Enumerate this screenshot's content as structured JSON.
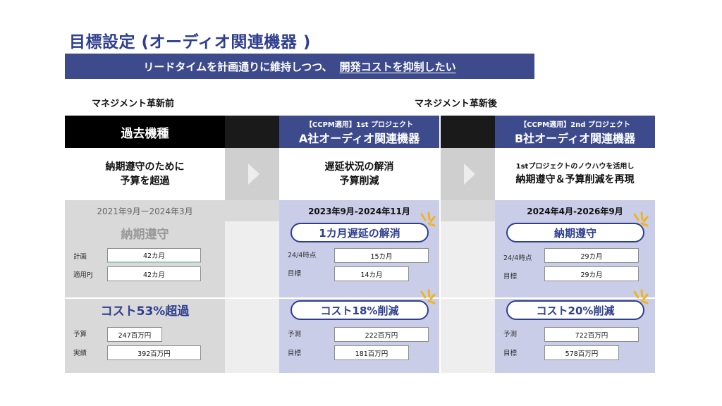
{
  "title": "目標設定 (オーディオ関連機器 )",
  "banner": {
    "text1": "リードタイムを計画通りに維持しつつ、",
    "text2": "開発コストを抑制したい"
  },
  "sections": {
    "before": "マネジメント革新前",
    "after": "マネジメント革新後"
  },
  "columns": {
    "before": {
      "header": "過去機種",
      "desc_line1": "納期遵守のために",
      "desc_line2": "予算を超過",
      "date": "2021年9月ー2024年3月",
      "delivery_status": "納期遵守",
      "row1_label": "計画",
      "row1_value": "42カ月",
      "row2_label": "適用PJ",
      "row2_value": "42カ月",
      "cost_status": "コスト53%超過",
      "row3_label": "予算",
      "row3_value": "247百万円",
      "row4_label": "実績",
      "row4_value": "392百万円"
    },
    "a": {
      "header_sub": "【CCPM適用】1st プロジェクト",
      "header_main": "A社オーディオ関連機器",
      "desc_line1": "遅延状況の解消",
      "desc_line2": "予算削減",
      "date": "2023年9月-2024年11月",
      "delivery_status": "1カ月遅延の解消",
      "row1_label": "24/4時点",
      "row1_value": "15カ月",
      "row2_label": "目標",
      "row2_value": "14カ月",
      "cost_status": "コスト18%削減",
      "row3_label": "予測",
      "row3_value": "222百万円",
      "row4_label": "目標",
      "row4_value": "181百万円"
    },
    "b": {
      "header_sub": "【CCPM適用】2nd プロジェクト",
      "header_main": "B社オーディオ関連機器",
      "desc_line1": "1stプロジェクトのノウハウを活用し",
      "desc_line2": "納期遵守＆予算削減を再現",
      "date": "2024年4月-2026年9月",
      "delivery_status": "納期遵守",
      "row1_label": "24/4時点",
      "row1_value": "29カ月",
      "row2_label": "目標",
      "row2_value": "29カ月",
      "cost_status": "コスト20%削減",
      "row3_label": "予測",
      "row3_value": "722百万円",
      "row4_label": "目標",
      "row4_value": "578百万円"
    }
  },
  "colors": {
    "navy": "#3d4a8c",
    "title": "#2f3f8e",
    "accent_burst": "#f2b41c",
    "gray_panel": "#d9d9d9",
    "lavender_panel": "#c9cde8"
  }
}
